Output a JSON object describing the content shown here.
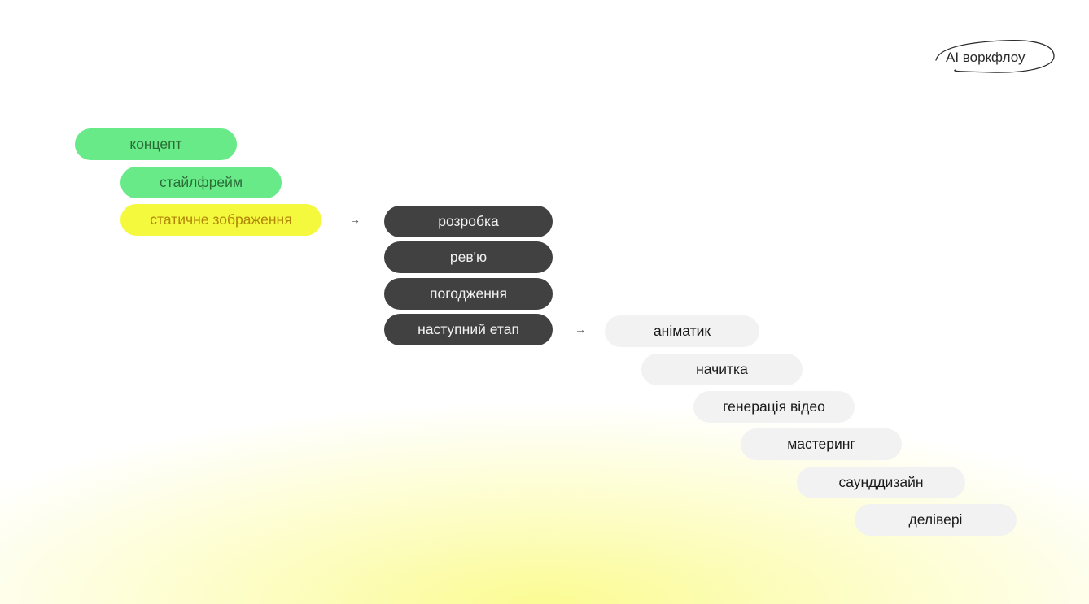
{
  "tag": {
    "label": "AI воркфлоу"
  },
  "stage1": {
    "items": [
      {
        "label": "концепт"
      },
      {
        "label": "стайлфрейм"
      },
      {
        "label": "статичне зображення"
      }
    ]
  },
  "stage2": {
    "items": [
      {
        "label": "розробка"
      },
      {
        "label": "рев'ю"
      },
      {
        "label": "погодження"
      },
      {
        "label": "наступний етап"
      }
    ]
  },
  "stage3": {
    "items": [
      {
        "label": "аніматик"
      },
      {
        "label": "начитка"
      },
      {
        "label": "генерація відео"
      },
      {
        "label": "мастеринг"
      },
      {
        "label": "саунддизайн"
      },
      {
        "label": "делівері"
      }
    ]
  },
  "arrows": {
    "symbol": "→"
  },
  "colors": {
    "green": "#67ea87",
    "yellow": "#f4f93d",
    "dark": "#414141",
    "light": "#f2f2f2"
  }
}
